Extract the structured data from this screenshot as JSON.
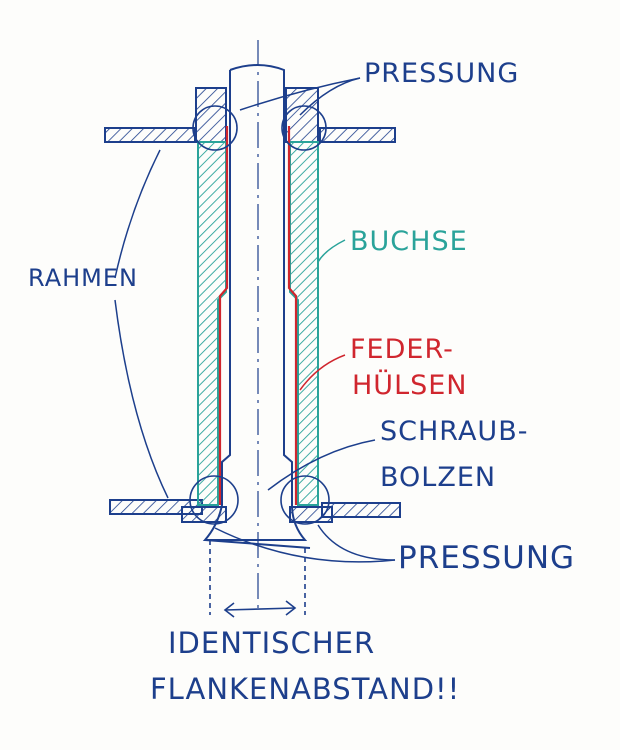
{
  "labels": {
    "pressung_top": "PRESSUNG",
    "buchse": "BUCHSE",
    "rahmen": "RAHMEN",
    "federhuelsen_1": "FEDER-",
    "federhuelsen_2": "HÜLSEN",
    "schraubbolzen_1": "SCHRAUB-",
    "schraubbolzen_2": "BOLZEN",
    "pressung_bottom": "PRESSUNG",
    "footer_1": "IDENTISCHER",
    "footer_2": "FLANKENABSTAND!!"
  },
  "colors": {
    "ink_blue": "#1d3f8c",
    "bushing_teal": "#2aa39a",
    "spring_red": "#d0262e"
  }
}
